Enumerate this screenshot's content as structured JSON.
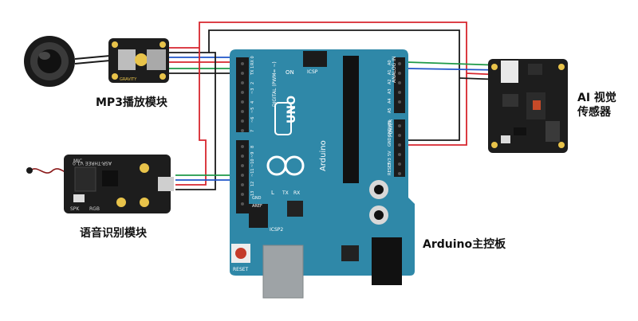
{
  "labels": {
    "mp3": "MP3播放模块",
    "voice": "语音识别模块",
    "ai_line1": "AI 视觉",
    "ai_line2": "传感器",
    "arduino": "Arduino主控板"
  },
  "board": {
    "uno": "UNO",
    "brand": "Arduino",
    "on": "ON",
    "tx": "TX",
    "rx": "RX",
    "l": "L",
    "icsp": "ICSP",
    "icsp2": "ICSP2",
    "reset": "RESET",
    "aref": "AREF",
    "gnd": "GND",
    "digital": "DIGITAL (PWM= ~)",
    "analog_in": "ANALOG IN",
    "power": "POWER",
    "pins_digital_top": [
      "RX 0",
      "TX 1",
      "2",
      "~3",
      "4",
      "~5",
      "~6",
      "7"
    ],
    "pins_digital_bottom": [
      "8",
      "~9",
      "~10",
      "~11",
      "12",
      "13",
      "GND",
      "AREF"
    ],
    "pins_analog": [
      "A0",
      "A1",
      "A2",
      "A3",
      "A4",
      "A5"
    ],
    "pins_power": [
      "VIN",
      "GND",
      "GND",
      "5V",
      "3V3",
      "RESET",
      "IOREF"
    ]
  },
  "voice_module": {
    "title": "ASR-THREE V1.0",
    "mic": "MIC",
    "rgb": "RGB",
    "spk": "SPK"
  },
  "mp3_module": {
    "text": "GRAVITY"
  },
  "colors": {
    "board": "#2f88a8",
    "board_dark": "#1f6f8c",
    "wire_red": "#d7262e",
    "wire_black": "#1a1a1a",
    "wire_blue": "#1f55c9",
    "wire_green": "#1e9a48",
    "module_dark": "#1d1d1d",
    "gold": "#e8c34a"
  }
}
